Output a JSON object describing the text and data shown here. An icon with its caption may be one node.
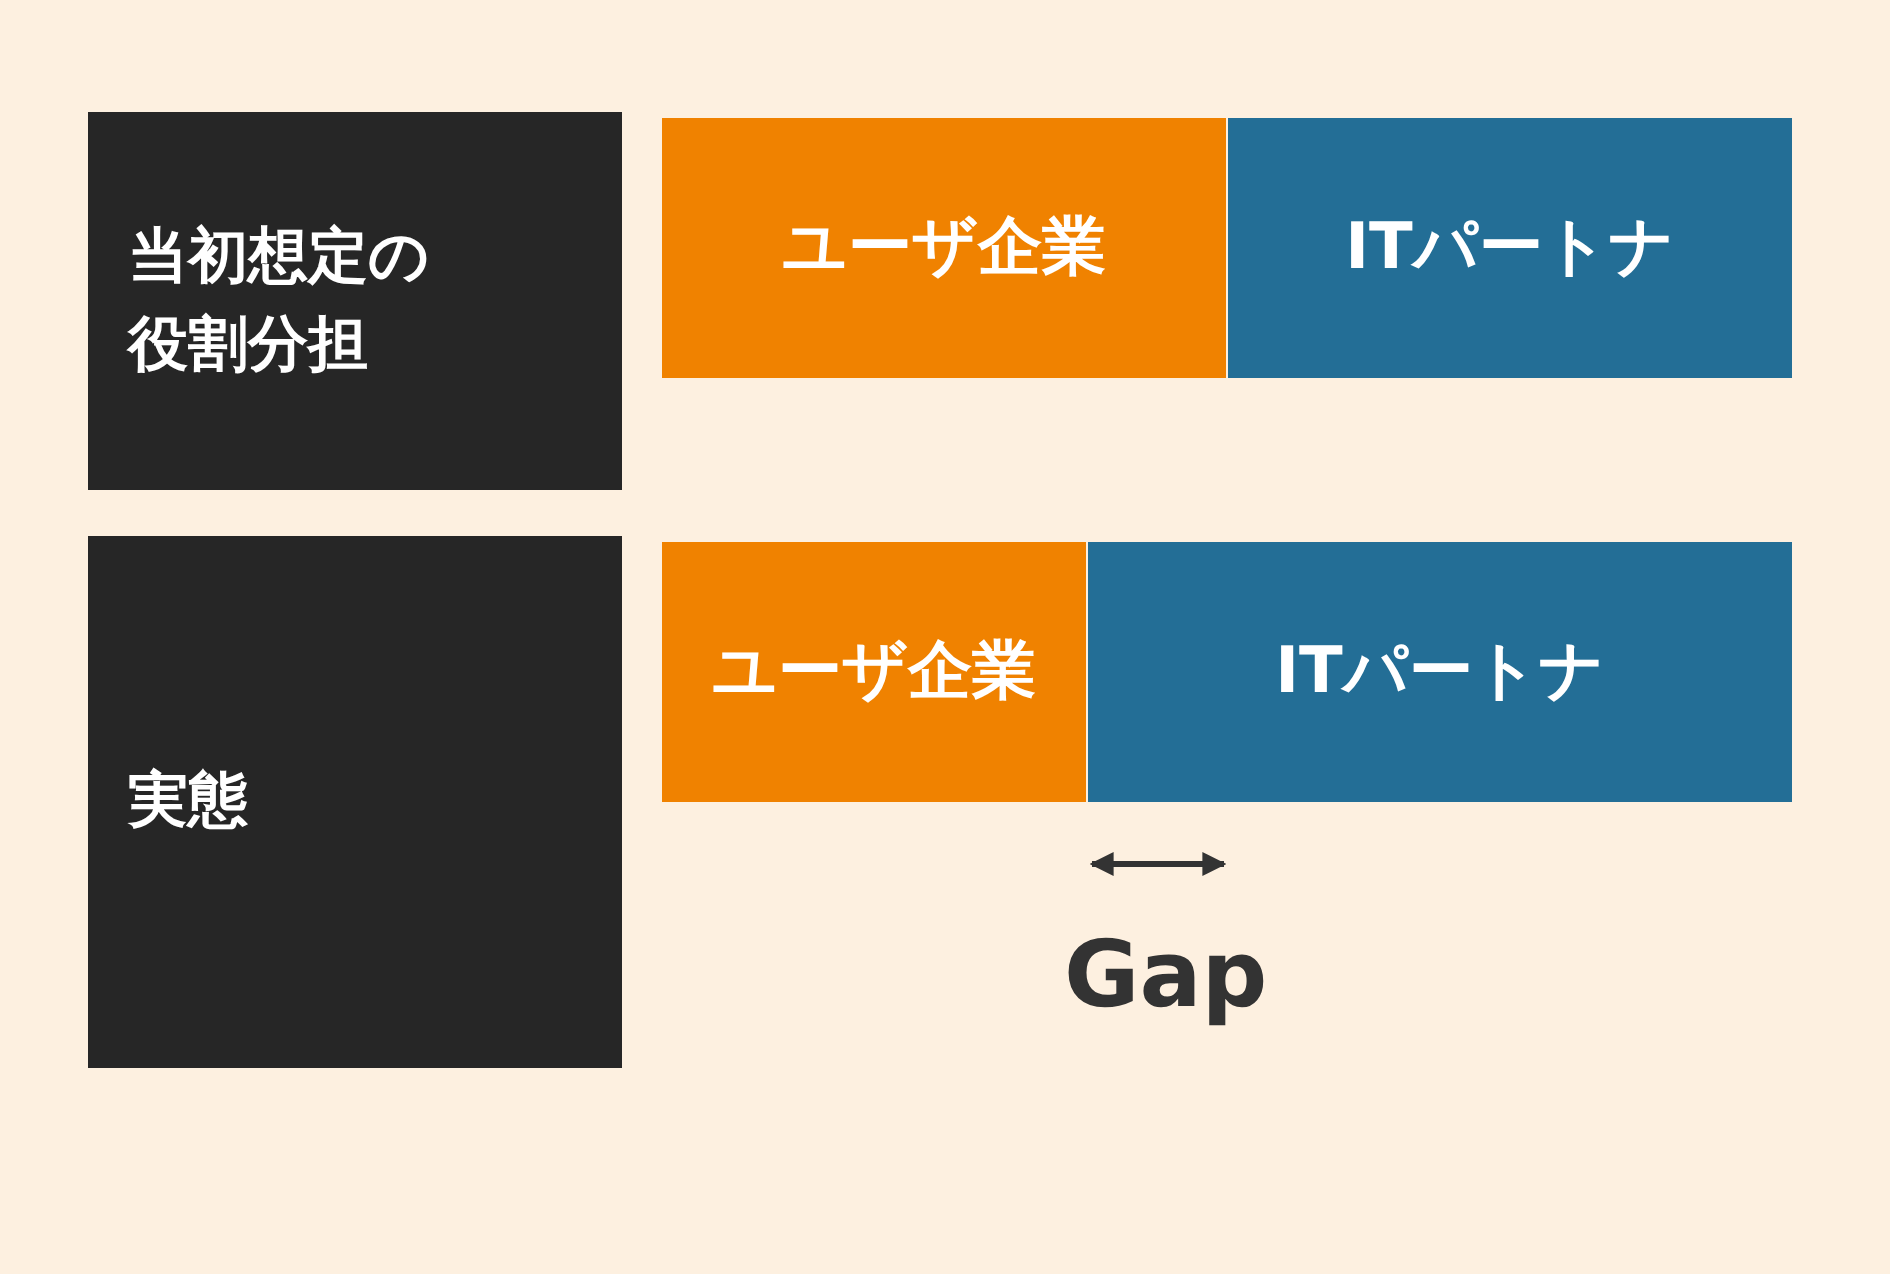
{
  "diagram": {
    "nodes": [
      {
        "text": [
          "当初想定の役割分担"
        ]
      },
      {
        "text": [
          "ユーザ企業"
        ]
      },
      {
        "text": [
          "ITパートナ"
        ]
      },
      {
        "text": [
          "実態"
        ]
      },
      {
        "text": [
          "ユーザ企業"
        ]
      },
      {
        "text": [
          "ITパートナ"
        ]
      }
    ],
    "labels": [
      "Gap"
    ]
  }
}
